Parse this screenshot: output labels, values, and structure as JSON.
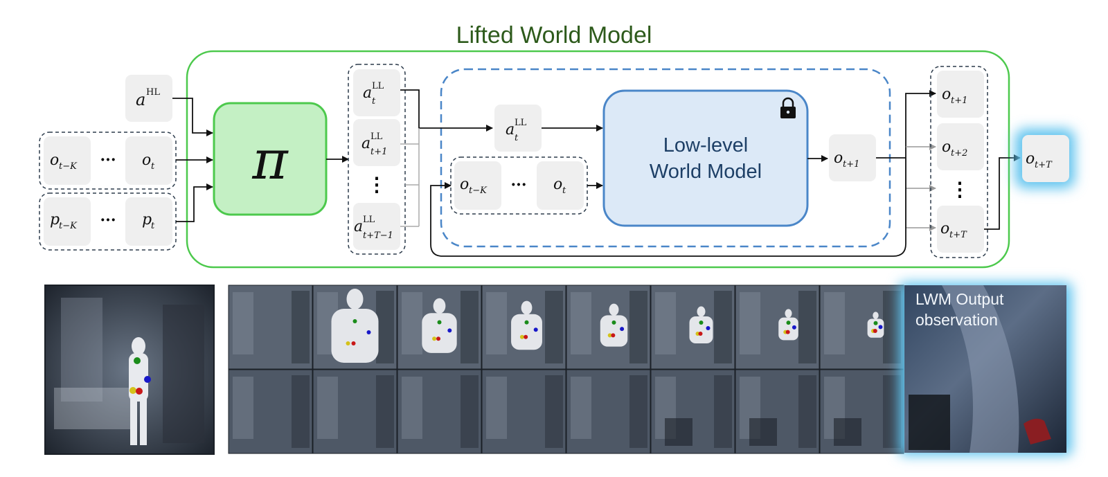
{
  "title": "Lifted World Model",
  "policy_symbol": "π",
  "low_level_model": {
    "line1": "Low-level",
    "line2": "World Model"
  },
  "inputs": {
    "a_hl": {
      "base": "a",
      "sup": "HL"
    },
    "obs_history": {
      "first": {
        "base": "o",
        "sub": "t−K"
      },
      "dots": "···",
      "last": {
        "base": "o",
        "sub": "t"
      }
    },
    "pose_history": {
      "first": {
        "base": "p",
        "sub": "t−K"
      },
      "dots": "···",
      "last": {
        "base": "p",
        "sub": "t"
      }
    }
  },
  "actions": [
    {
      "base": "a",
      "sup": "LL",
      "sub": "t"
    },
    {
      "base": "a",
      "sup": "LL",
      "sub": "t+1"
    },
    {
      "dots": "⋮"
    },
    {
      "base": "a",
      "sup": "LL",
      "sub": "t+T−1"
    }
  ],
  "inner_action": {
    "base": "a",
    "sup": "LL",
    "sub": "t"
  },
  "inner_obs": {
    "first": {
      "base": "o",
      "sub": "t−K"
    },
    "dots": "···",
    "last": {
      "base": "o",
      "sub": "t"
    }
  },
  "next_obs": {
    "base": "o",
    "sub": "t+1"
  },
  "outputs": [
    {
      "base": "o",
      "sub": "t+1"
    },
    {
      "base": "o",
      "sub": "t+2"
    },
    {
      "dots": "⋮"
    },
    {
      "base": "o",
      "sub": "t+T"
    }
  ],
  "final_output": {
    "base": "o",
    "sub": "t+T"
  },
  "output_caption": {
    "line1": "LWM Output",
    "line2": "observation"
  },
  "colors": {
    "green_border": "#4cc94c",
    "green_fill": "#c4f0c4",
    "blue_border": "#4a86c8",
    "blue_fill": "#dce9f7",
    "glow": "#5ec3ee",
    "title": "#2d5a1b"
  }
}
